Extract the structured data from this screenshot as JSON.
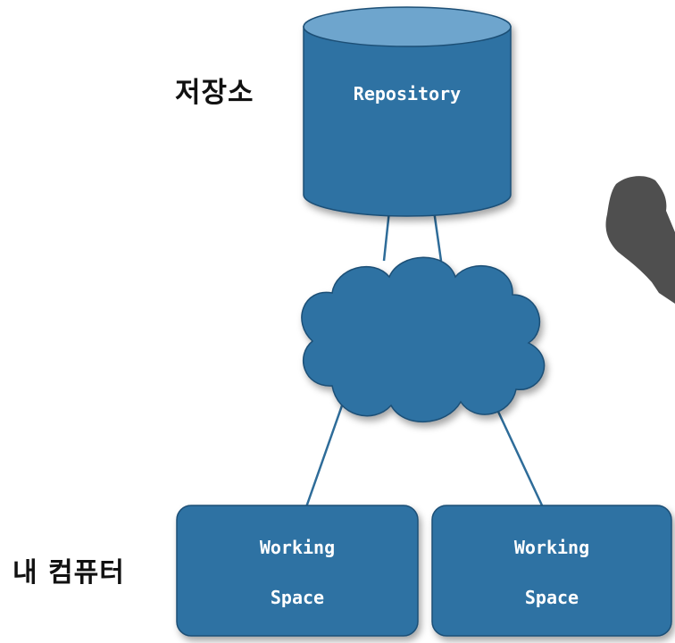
{
  "diagram": {
    "repository": {
      "label": "Repository",
      "side_label": "저장소"
    },
    "my_computer_label": "내 컴퓨터",
    "workspaces": [
      {
        "line1": "Working",
        "line2": "Space"
      },
      {
        "line1": "Working",
        "line2": "Space"
      }
    ]
  },
  "colors": {
    "node_fill": "#2f72a3",
    "node_top": "#6ea5cd",
    "node_edge": "#1c4f76",
    "connector": "#2e6c99",
    "node_text": "#ffffff",
    "label_text": "#111111",
    "partial_shape": "#4f4f4f"
  },
  "icons": {
    "repository_node": "database-cylinder-icon",
    "network": "cloud-icon"
  }
}
